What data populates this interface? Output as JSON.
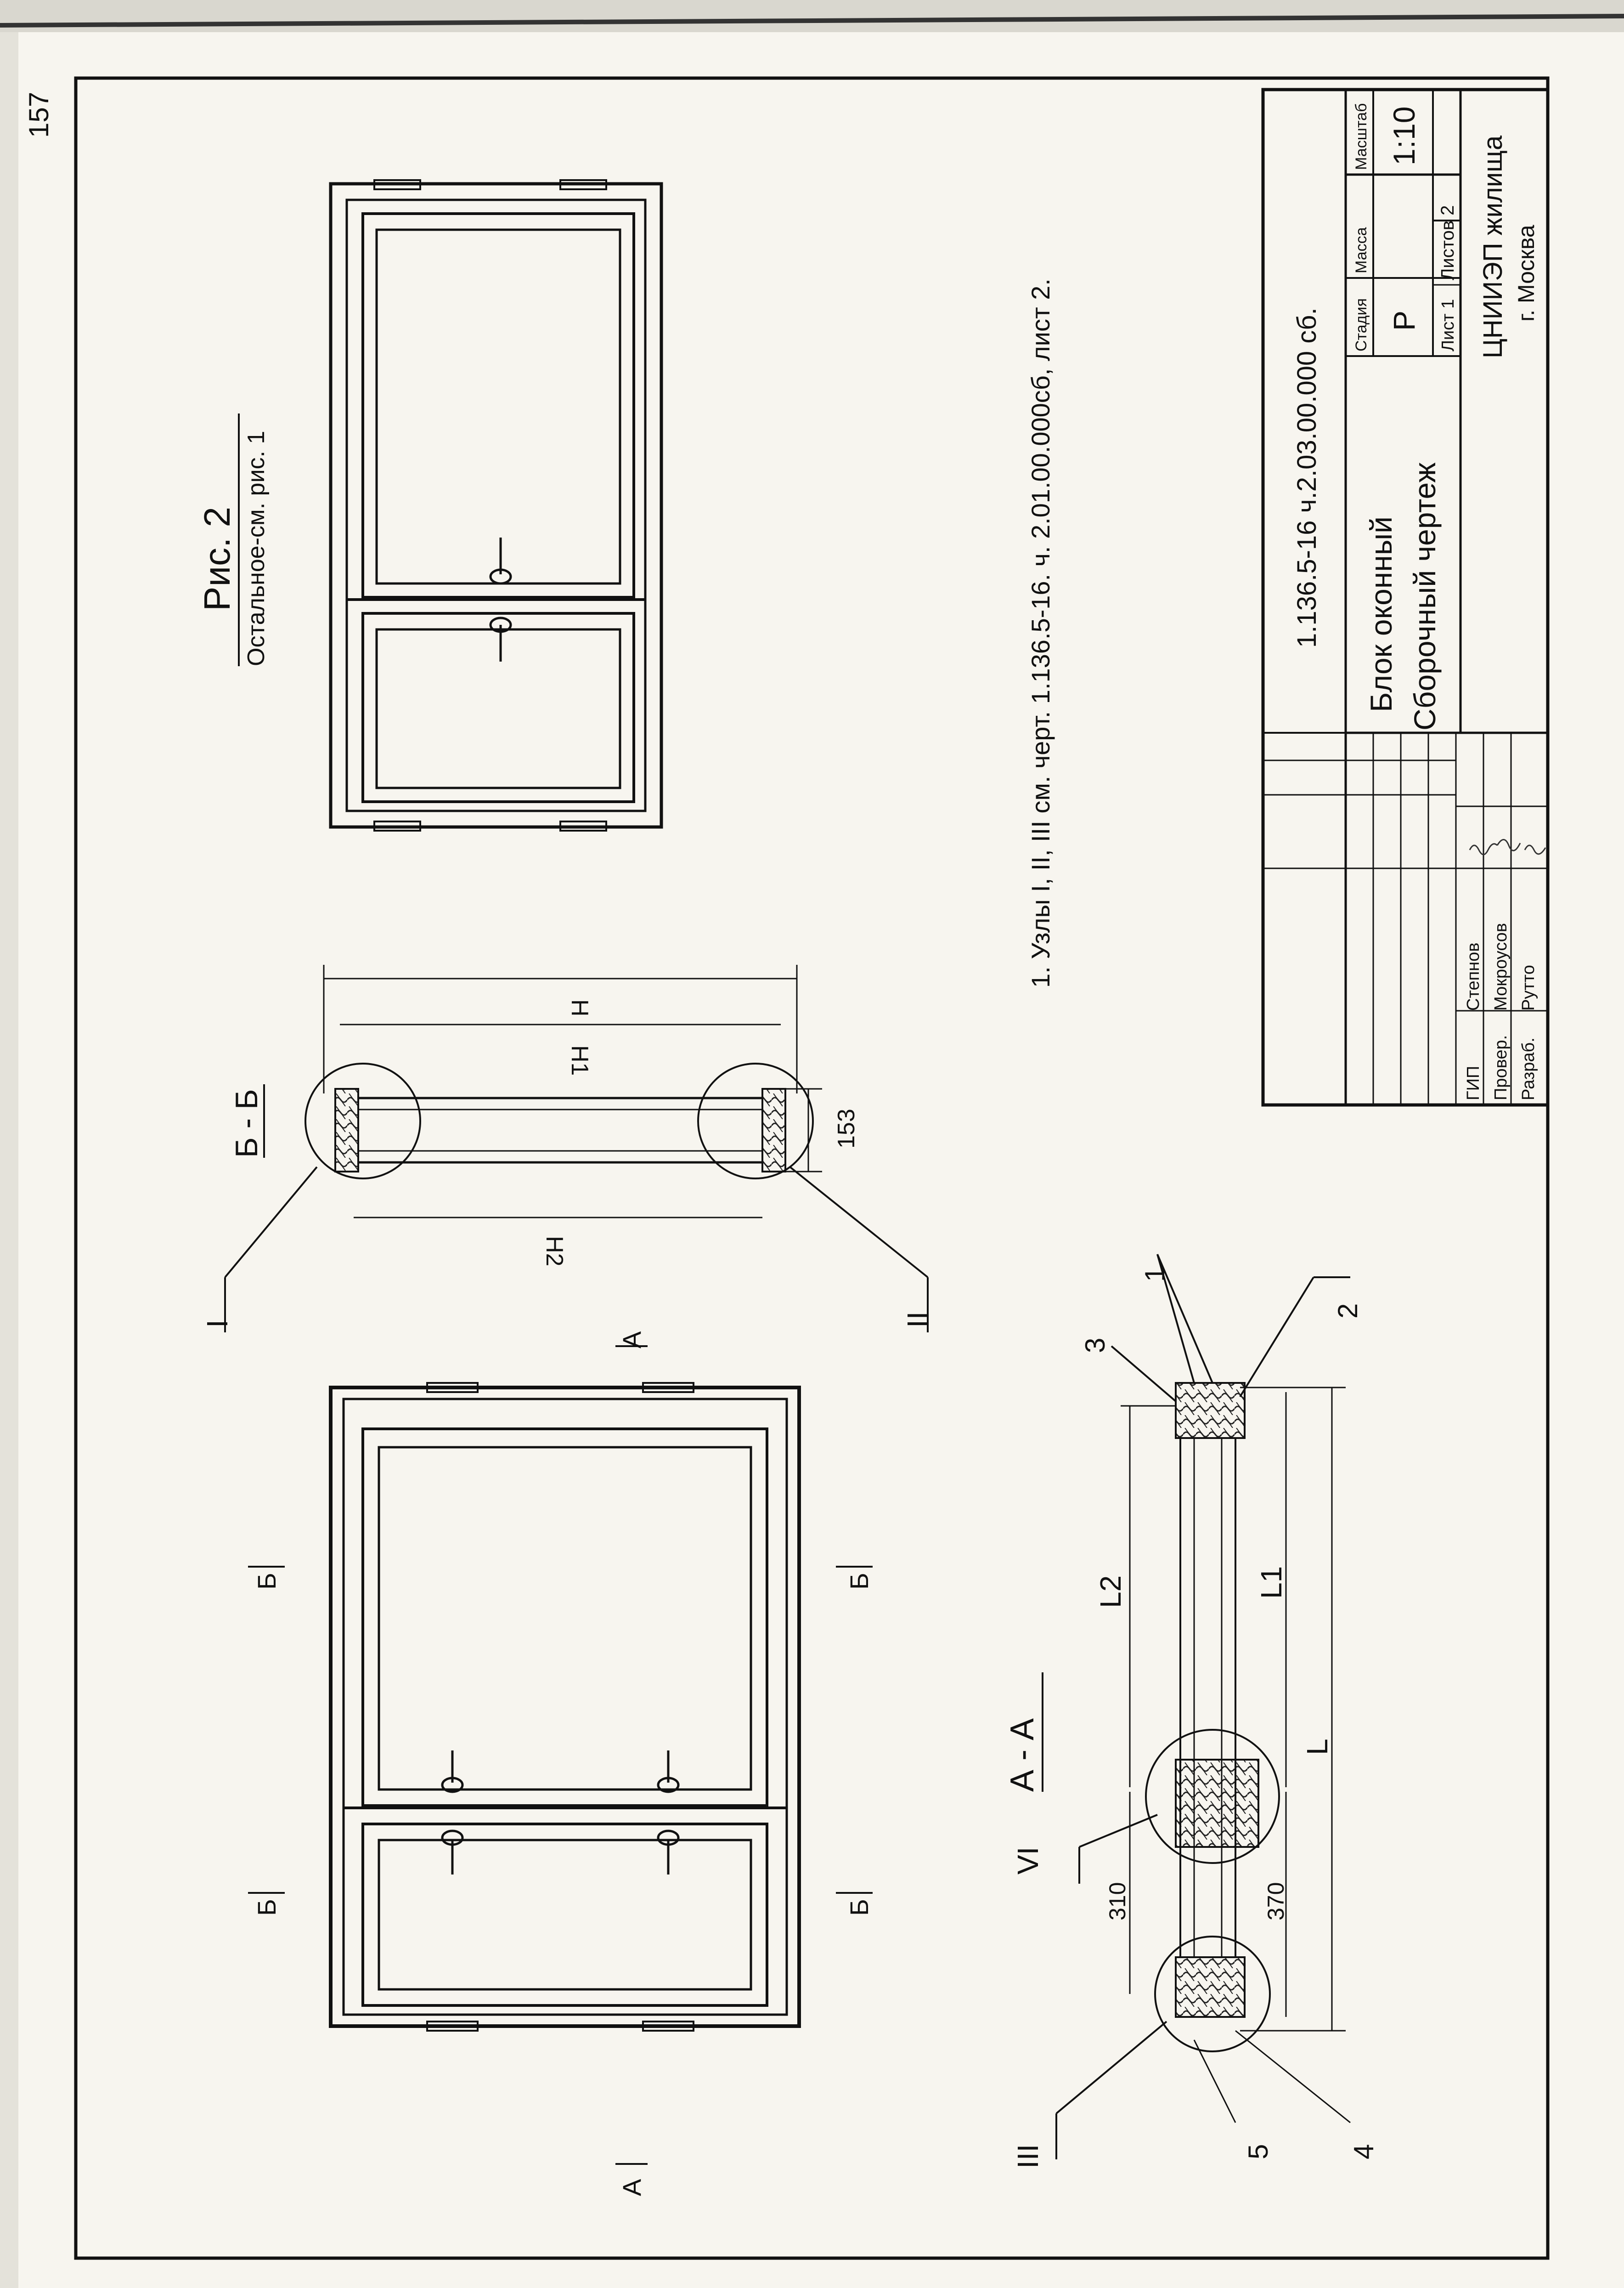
{
  "sheet_number": "157",
  "fig2": {
    "title": "Рис. 2",
    "subtitle": "Остальное-см. рис. 1"
  },
  "section_bb": {
    "label": "Б - Б",
    "dims": [
      "Н",
      "Н1",
      "Н2",
      "153"
    ],
    "node_marks": [
      "I",
      "II"
    ]
  },
  "elevation": {
    "cut_marks": [
      "Б",
      "Б",
      "Б",
      "Б"
    ],
    "arrow_marks": [
      "А",
      "А"
    ]
  },
  "section_aa": {
    "label": "А - А",
    "dims": [
      "L2",
      "L1",
      "L",
      "310",
      "370"
    ],
    "node_marks": [
      "VI",
      "III"
    ],
    "callouts": [
      "1",
      "2",
      "3",
      "4",
      "5"
    ]
  },
  "note": "1. Узлы I, II, III см. черт. 1.136.5-16. ч. 2.01.00.000сб, лист 2.",
  "title_block": {
    "code": "1.136.5-16 ч.2.03.00.000 сб.",
    "name_line1": "Блок оконный",
    "name_line2": "Сборочный чертеж",
    "col_stage": "Стадия",
    "col_mass": "Масса",
    "col_scale": "Масштаб",
    "stage": "Р",
    "mass": "",
    "scale": "1:10",
    "sheet": "Лист 1",
    "sheets": "Листов 2",
    "org": "ЦНИИЭП жилища",
    "city": "г. Москва",
    "signatures": [
      {
        "role": "ГИП",
        "name": "Степнов"
      },
      {
        "role": "Провер.",
        "name": "Мокроусов"
      },
      {
        "role": "Разраб.",
        "name": "Рутто"
      }
    ]
  }
}
